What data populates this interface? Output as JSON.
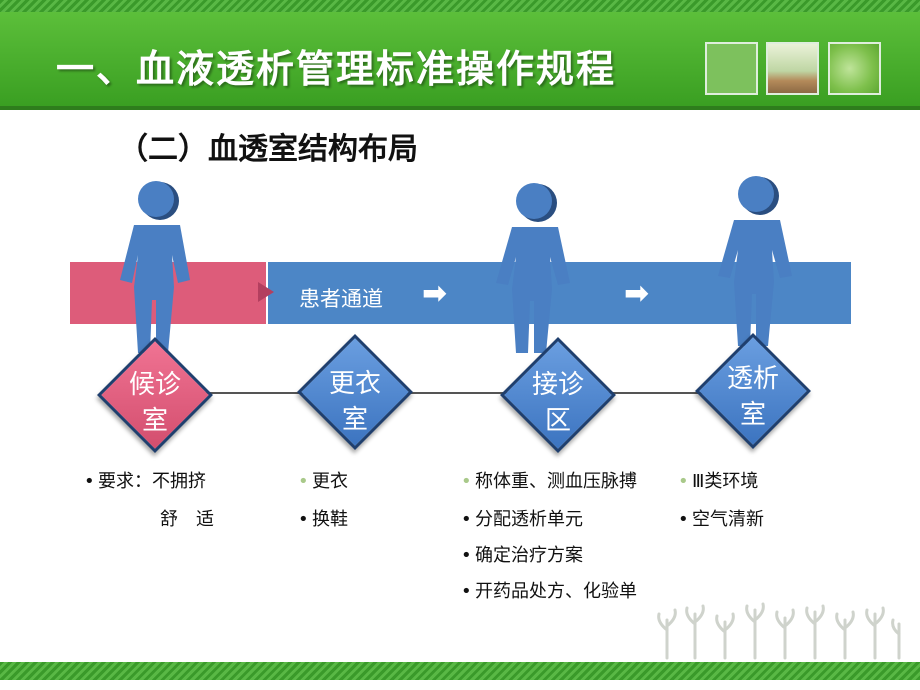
{
  "header": {
    "title": "一、血液透析管理标准操作规程",
    "accent_color": "#49ad2e"
  },
  "subtitle": "（二）血透室结构布局",
  "flow": {
    "channel_label": "患者通道",
    "arrow_icon": "right-arrow-icon",
    "bar_colors": {
      "waiting": "#dd5c7a",
      "channel": "#4c86c6"
    }
  },
  "rooms": [
    {
      "line1": "候诊",
      "line2": "室",
      "color": "#e45f80"
    },
    {
      "line1": "更衣",
      "line2": "室",
      "color": "#4f86cf"
    },
    {
      "line1": "接诊",
      "line2": "区",
      "color": "#4f86cf"
    },
    {
      "line1": "透析",
      "line2": "室",
      "color": "#4f86cf"
    }
  ],
  "requirements": {
    "waiting": {
      "label": "要求：不拥挤",
      "cont": "舒　适"
    },
    "changing": [
      "更衣",
      "换鞋"
    ],
    "reception": [
      "称体重、测血压脉搏",
      "分配透析单元",
      "确定治疗方案",
      "开药品处方、化验单"
    ],
    "dialysis": [
      "Ⅲ类环境",
      "空气清新"
    ]
  }
}
